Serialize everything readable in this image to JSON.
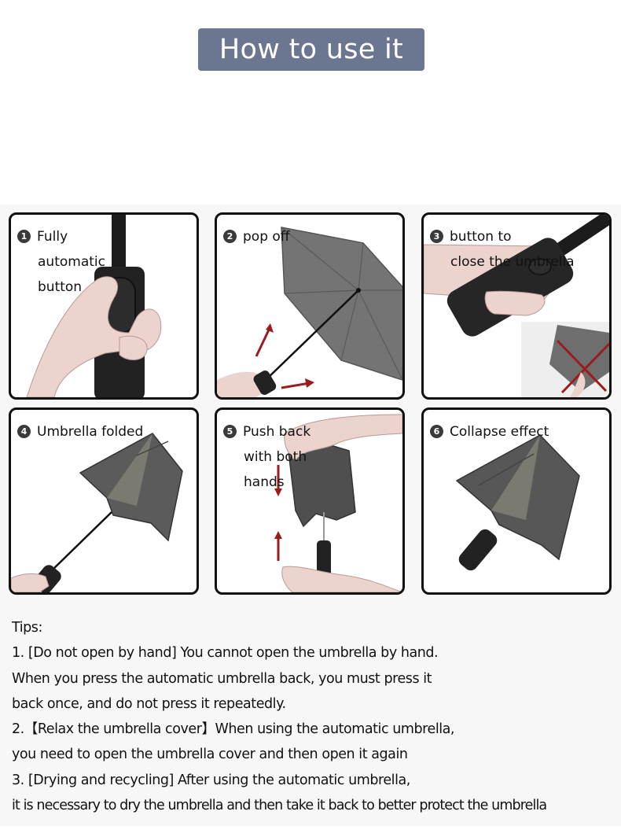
{
  "header": {
    "title": "How to use it",
    "banner_color": "#6b7691"
  },
  "steps": [
    {
      "number": "1",
      "lines": [
        "Fully",
        "automatic",
        "button"
      ],
      "icon": "hand-pressing-button-illustration"
    },
    {
      "number": "2",
      "lines": [
        "pop off"
      ],
      "icon": "umbrella-popping-open-illustration"
    },
    {
      "number": "3",
      "lines": [
        "button to",
        "close the umbrella"
      ],
      "icon": "hand-pressing-close-button-illustration"
    },
    {
      "number": "4",
      "lines": [
        "Umbrella folded"
      ],
      "icon": "folded-umbrella-illustration"
    },
    {
      "number": "5",
      "lines": [
        "Push back",
        "with both",
        "hands"
      ],
      "icon": "push-back-with-hands-illustration"
    },
    {
      "number": "6",
      "lines": [
        "Collapse effect"
      ],
      "icon": "collapsed-umbrella-illustration"
    }
  ],
  "tips": {
    "heading": "Tips:",
    "lines": [
      "1. [Do not open by hand] You cannot open the umbrella by hand.",
      "When you press the automatic umbrella back, you must press it",
      "back once, and do not press it repeatedly.",
      "2.【Relax the umbrella cover】When using the automatic umbrella,",
      "you need to open the umbrella cover and then open it again",
      "3. [Drying and recycling] After using the automatic umbrella,",
      "it is necessary to dry the umbrella and then take it back to better protect the umbrella"
    ]
  },
  "colors": {
    "background_section": "#f7f7f7",
    "card_border": "#111111",
    "arrow_red": "#9b1c1c",
    "umbrella_gray": "#6a6a6a",
    "skin": "#ecd3cd"
  }
}
